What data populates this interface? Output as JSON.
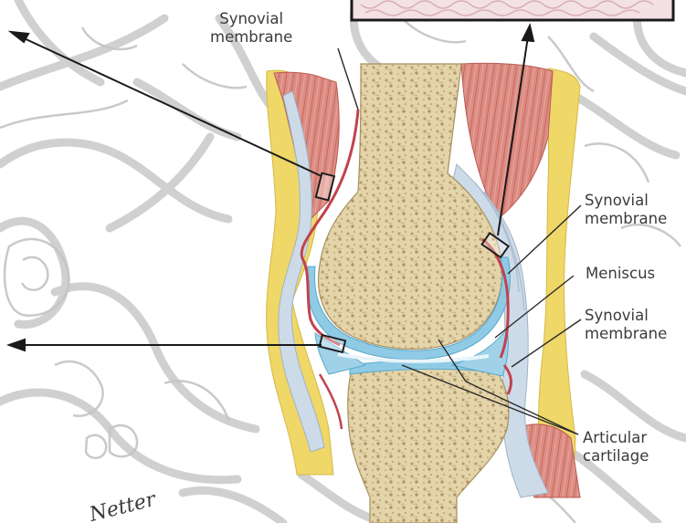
{
  "labels": {
    "synovial_top": [
      "Synovial",
      "membrane"
    ],
    "synovial_right_upper": [
      "Synovial",
      "membrane"
    ],
    "meniscus": "Meniscus",
    "synovial_right_lower": [
      "Synovial",
      "membrane"
    ],
    "articular_cartilage": [
      "Articular",
      "cartilage"
    ]
  },
  "signature": "Netter",
  "colors": {
    "background": "#ffffff",
    "sketch_lines": "#c6c6c6",
    "bone": "#e2d3a7",
    "bone_marrow_dots": "#b59b6a",
    "muscle": "#d8837a",
    "fat": "#f1da63",
    "cartilage_meniscus": "#8ec9e3",
    "capsule_tendon": "#c9d8e6",
    "synovium": "#c2424d",
    "leader_lines": "#2a2a2a",
    "arrows": "#1a1a1a",
    "text": "#3d3b39"
  }
}
